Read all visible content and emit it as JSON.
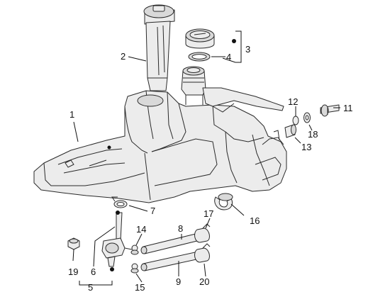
{
  "callouts": {
    "c1": "1",
    "c2": "2",
    "c3": "3",
    "c4": "4",
    "c5": "5",
    "c6": "6",
    "c7": "7",
    "c8": "8",
    "c9": "9",
    "c11": "11",
    "c12": "12",
    "c13": "13",
    "c14": "14",
    "c15": "15",
    "c16": "16",
    "c17": "17",
    "c18": "18",
    "c19": "19",
    "c20": "20"
  },
  "colors": {
    "outline": "#2a2a2a",
    "fill": "#ececec",
    "shade": "#d9d9d9",
    "text": "#111111"
  }
}
